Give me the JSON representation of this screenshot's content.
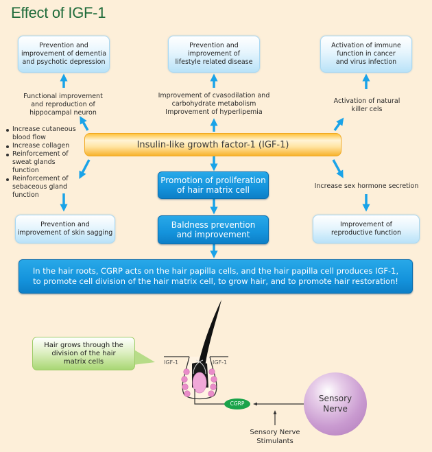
{
  "title": "Effect of IGF-1",
  "colors": {
    "background": "#fdefd9",
    "title_green": "#1f6b3a",
    "arrow_blue": "#1aa3e8",
    "box_blue": "#1493dc",
    "igf_orange": "#f7b22c",
    "cgrp_green": "#1aa34a",
    "nerve_purple": "#c99ad0",
    "follicle_pink": "#f09ad0"
  },
  "top_boxes": {
    "left": "Prevention and\nimprovement of dementia\nand psychotic depression",
    "center": "Prevention and\nimprovement of\nlifestyle related disease",
    "right": "Activation of immune\nfunction in cancer\nand virus infection"
  },
  "mid_labels": {
    "left": "Functional improvement\nand reproduction of\nhippocampal neuron",
    "center": "Improvement of cvasodilation and\ncarbohydrate metabolism\nImprovement of hyperlipemia",
    "right": "Activation of natural\nkiller cels"
  },
  "center_bar": "Insulin-like growth factor-1 (IGF-1)",
  "left_bullets": [
    "Increase cutaneous blood flow",
    "Increase collagen",
    "Reinforcement of sweat glands function",
    "Reinforcement of sebaceous gland function"
  ],
  "center_chain": {
    "promotion": "Promotion of proliferation\nof hair matrix cell",
    "baldness": "Baldness prevention\nand improvement"
  },
  "right_chain": {
    "label": "Increase sex hormone secretion",
    "box": "Improvement of\nreproductive function"
  },
  "left_box": "Prevention and\nimprovement of skin sagging",
  "summary": "In the hair roots, CGRP acts on the hair papilla cells, and the hair papilla cell produces IGF-1,\nto promote cell division of the hair matrix cell, to grow hair, and to promote hair restoration!",
  "illustration": {
    "callout": "Hair grows through the\ndivision of the hair\nmatrix cells",
    "igf_left": "IGF-1",
    "igf_right": "IGF-1",
    "cgrp": "CGRP",
    "sensory_nerve": "Sensory\nNerve",
    "stimulants": "Sensory Nerve\nStimulants"
  }
}
